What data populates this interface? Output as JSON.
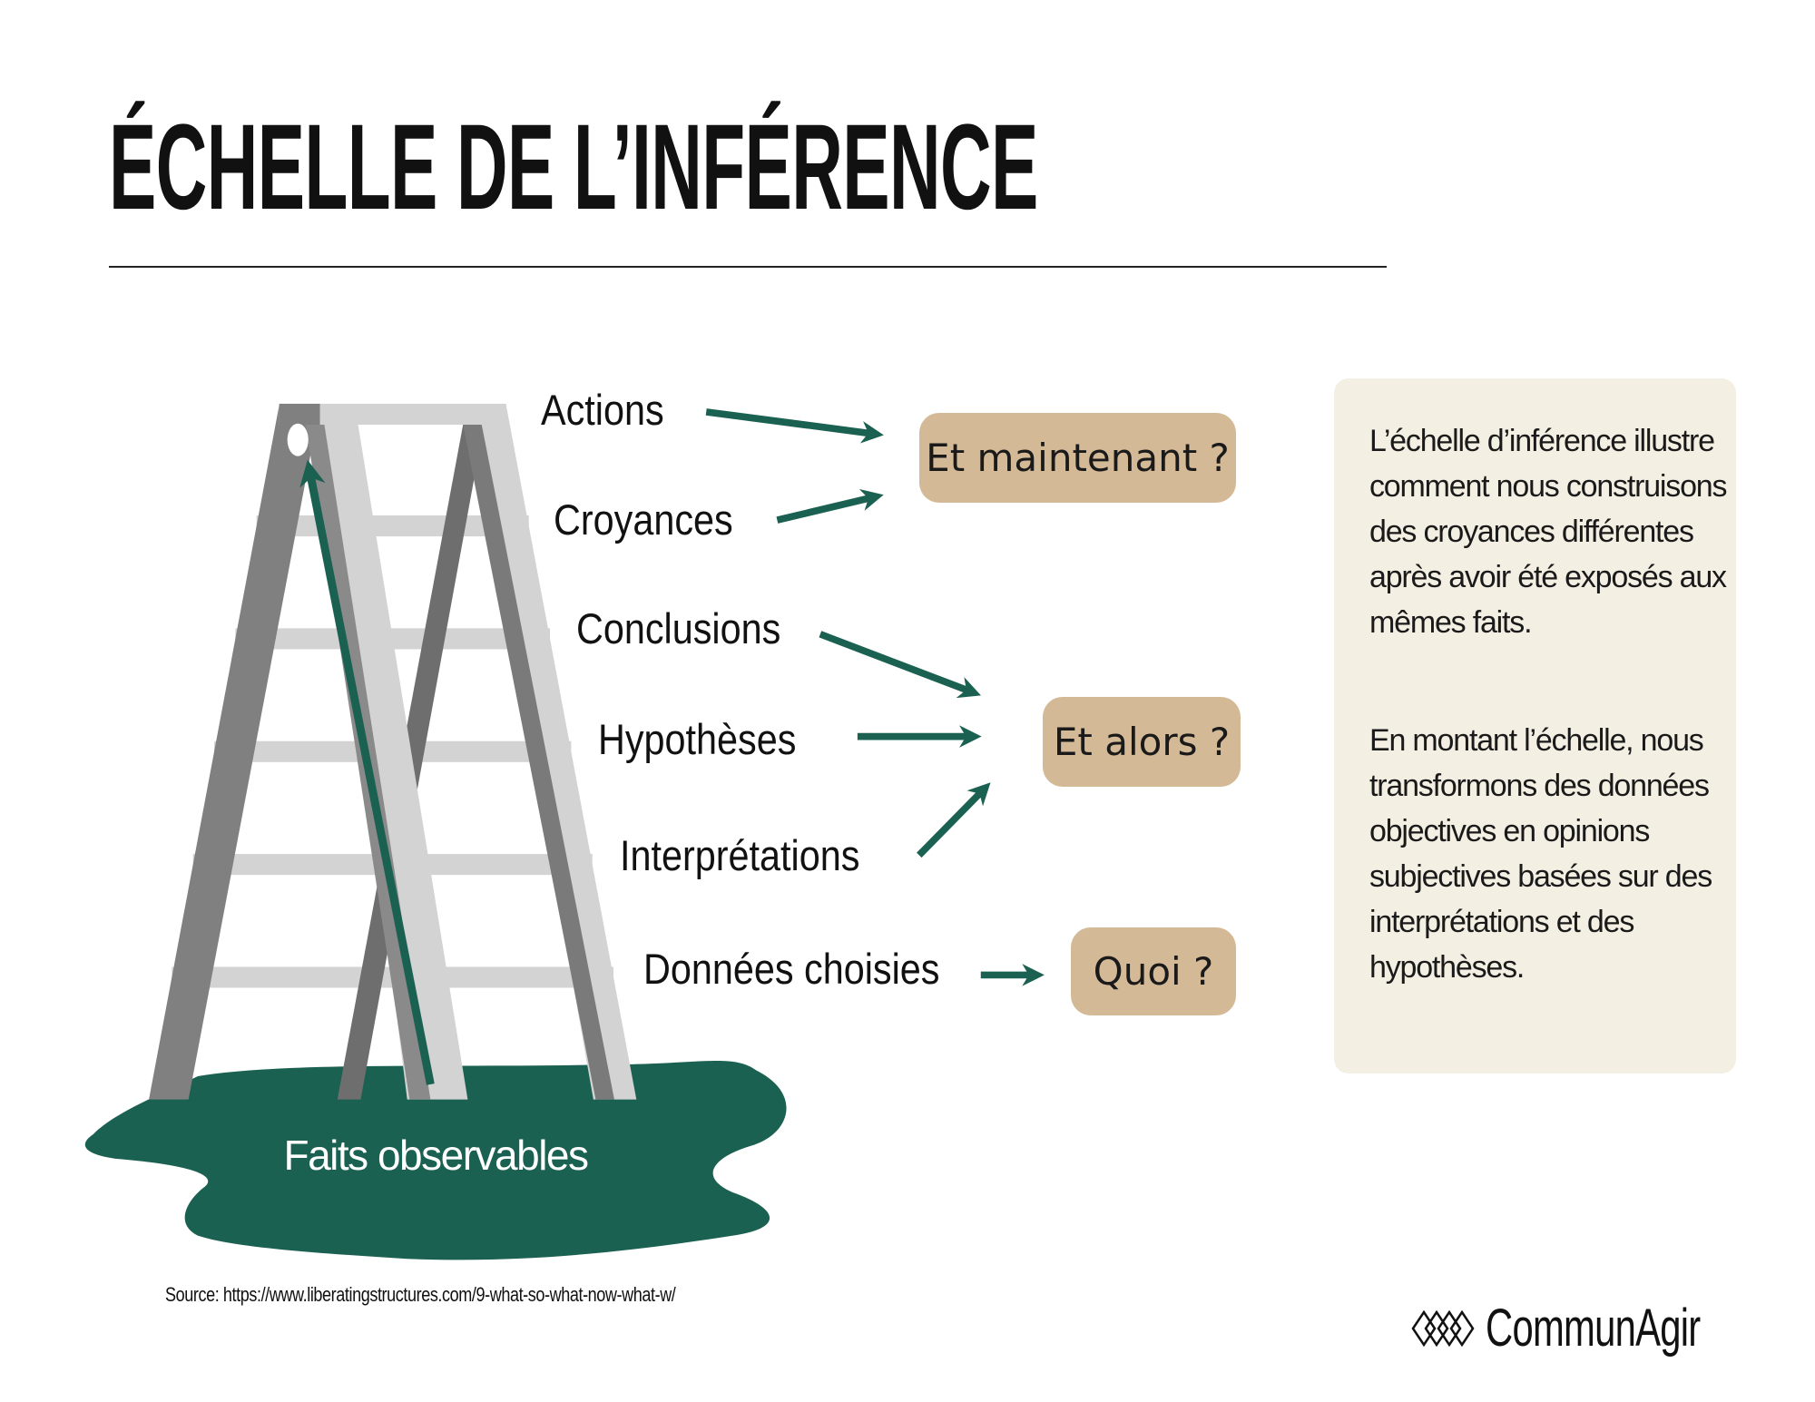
{
  "title": "ÉCHELLE DE L’INFÉRENCE",
  "ladder": {
    "steps": [
      "Actions",
      "Croyances",
      "Conclusions",
      "Hypothèses",
      "Interprétations",
      "Données choisies"
    ],
    "base": "Faits observables"
  },
  "questions": [
    "Et maintenant ?",
    "Et alors ?",
    "Quoi ?"
  ],
  "description": {
    "paragraphs": [
      "L’échelle d’inférence illustre comment nous construisons des croyances différentes après avoir été exposés aux mêmes faits.",
      "En montant l’échelle, nous transformons des données objectives en opinions subjectives basées sur des interprétations et des hypothèses."
    ]
  },
  "source": "Source: https://www.liberatingstructures.com/9-what-so-what-now-what-w/",
  "logo": {
    "text": "CommunAgir"
  },
  "colors": {
    "green": "#1b6152",
    "tan": "#d4b996",
    "panel": "#f4efe3",
    "rail_dark": "#808080",
    "rail_light": "#d3d3d3"
  }
}
